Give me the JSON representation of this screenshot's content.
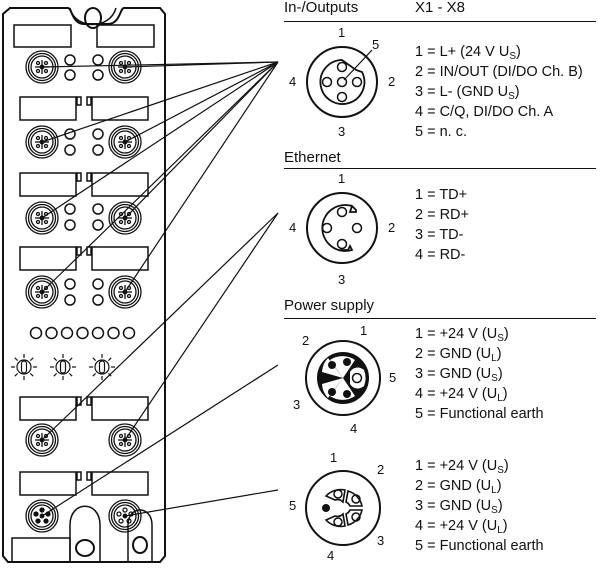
{
  "sections": {
    "io": {
      "title": "In-/Outputs",
      "subtitle": "X1 - X8",
      "pin_labels": [
        "1",
        "2",
        "3",
        "4",
        "5"
      ],
      "pins": [
        {
          "text": "1 = L+ (24 V U",
          "sub": "S",
          "tail": ")"
        },
        {
          "text": "2 = IN/OUT (DI/DO Ch. B)",
          "sub": "",
          "tail": ""
        },
        {
          "text": "3 = L- (GND U",
          "sub": "S",
          "tail": ")"
        },
        {
          "text": "4 = C/Q, DI/DO Ch. A",
          "sub": "",
          "tail": ""
        },
        {
          "text": "5 = n. c.",
          "sub": "",
          "tail": ""
        }
      ]
    },
    "ethernet": {
      "title": "Ethernet",
      "pin_labels": [
        "1",
        "2",
        "3",
        "4"
      ],
      "pins": [
        {
          "text": "1 = TD+",
          "sub": "",
          "tail": ""
        },
        {
          "text": "2 = RD+",
          "sub": "",
          "tail": ""
        },
        {
          "text": "3 = TD-",
          "sub": "",
          "tail": ""
        },
        {
          "text": "4 = RD-",
          "sub": "",
          "tail": ""
        }
      ]
    },
    "power_male": {
      "title": "Power supply",
      "pin_labels": [
        "1",
        "2",
        "3",
        "4",
        "5"
      ],
      "pins": [
        {
          "text": "1 = +24 V (U",
          "sub": "S",
          "tail": ")"
        },
        {
          "text": "2 = GND (U",
          "sub": "L",
          "tail": ")"
        },
        {
          "text": "3 = GND (U",
          "sub": "S",
          "tail": ")"
        },
        {
          "text": "4 = +24 V (U",
          "sub": "L",
          "tail": ")"
        },
        {
          "text": "5 = Functional earth",
          "sub": "",
          "tail": ""
        }
      ]
    },
    "power_female": {
      "pin_labels": [
        "1",
        "2",
        "3",
        "4",
        "5"
      ],
      "pins": [
        {
          "text": "1 = +24 V (U",
          "sub": "S",
          "tail": ")"
        },
        {
          "text": "2 = GND (U",
          "sub": "L",
          "tail": ")"
        },
        {
          "text": "3 = GND (U",
          "sub": "S",
          "tail": ")"
        },
        {
          "text": "4 = +24 V (U",
          "sub": "L",
          "tail": ")"
        },
        {
          "text": "5 = Functional earth",
          "sub": "",
          "tail": ""
        }
      ]
    }
  },
  "device": {
    "io_port_count": 8,
    "status_led_count": 7,
    "rotary_switch_count": 3
  }
}
